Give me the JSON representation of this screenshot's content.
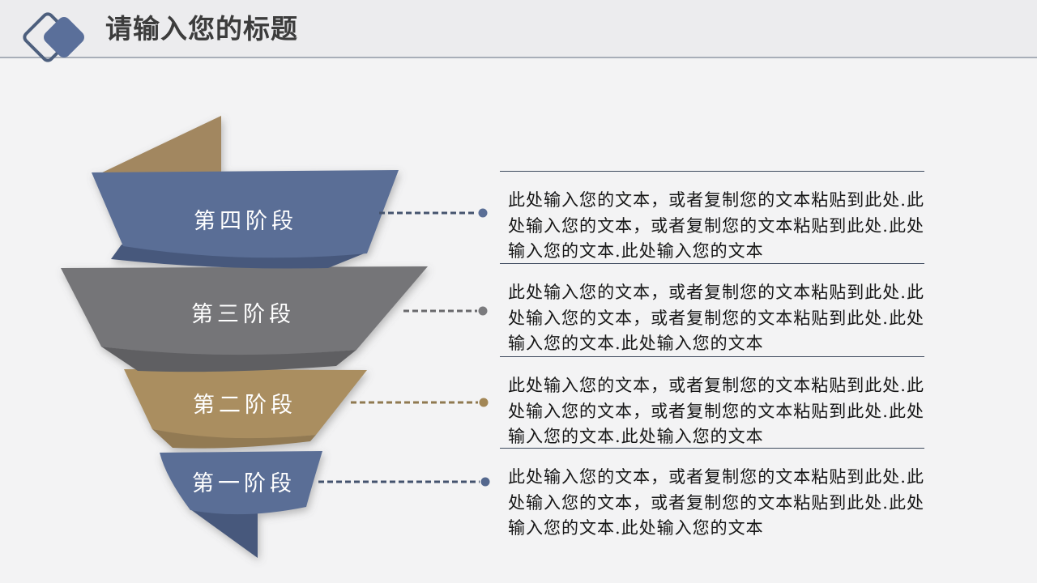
{
  "header": {
    "title": "请输入您的标题",
    "accent_color": "#5a6f9a",
    "outline_diamond_color": "#4d5f7d"
  },
  "funnel": {
    "sail_color": "#a28760",
    "tail_color": "#47597c",
    "stages": [
      {
        "label": "第四阶段",
        "color": "#5a6e96",
        "fold_color": "#46587c"
      },
      {
        "label": "第三阶段",
        "color": "#757578",
        "fold_color": "#5f5f62"
      },
      {
        "label": "第二阶段",
        "color": "#aa8e61",
        "fold_color": "#927a52"
      },
      {
        "label": "第一阶段",
        "color": "#5a6e96",
        "fold_color": "#927a52"
      }
    ]
  },
  "connectors": [
    {
      "line_color": "#44536e",
      "dot_color": "#5a6e96"
    },
    {
      "line_color": "#69696c",
      "dot_color": "#7b7b7e"
    },
    {
      "line_color": "#8f7950",
      "dot_color": "#a28655"
    },
    {
      "line_color": "#44536e",
      "dot_color": "#54688e"
    }
  ],
  "content_blocks": [
    "此处输入您的文本，或者复制您的文本粘贴到此处.此处输入您的文本，或者复制您的文本粘贴到此处.此处输入您的文本.此处输入您的文本",
    "此处输入您的文本，或者复制您的文本粘贴到此处.此处输入您的文本，或者复制您的文本粘贴到此处.此处输入您的文本.此处输入您的文本",
    "此处输入您的文本，或者复制您的文本粘贴到此处.此处输入您的文本，或者复制您的文本粘贴到此处.此处输入您的文本.此处输入您的文本",
    "此处输入您的文本，或者复制您的文本粘贴到此处.此处输入您的文本，或者复制您的文本粘贴到此处.此处输入您的文本.此处输入您的文本"
  ]
}
